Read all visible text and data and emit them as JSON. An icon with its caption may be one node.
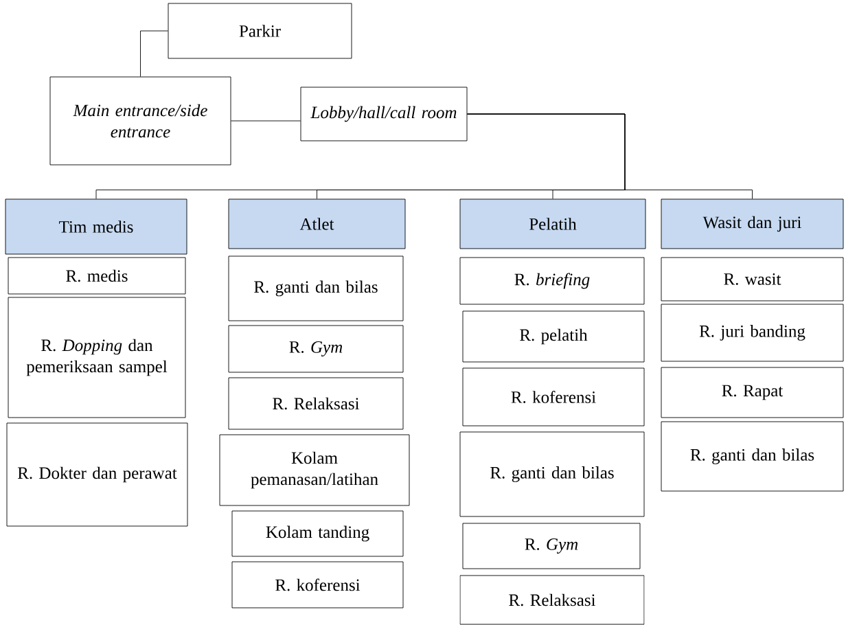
{
  "diagram": {
    "nodes": [
      {
        "text": [
          "Parkir"
        ]
      },
      {
        "text": [
          "Main entrance/side entrance"
        ]
      },
      {
        "text": [
          "Lobby/hall/call room"
        ]
      },
      {
        "text": [
          "Tim medis"
        ]
      },
      {
        "text": [
          "Atlet"
        ]
      },
      {
        "text": [
          "Pelatih"
        ]
      },
      {
        "text": [
          "Wasit dan juri"
        ]
      },
      {
        "text": [
          "R. medis"
        ]
      },
      {
        "text": [
          "R. *Dopping* dan pemeriksaan sampel"
        ]
      },
      {
        "text": [
          "R. Dokter dan perawat"
        ]
      },
      {
        "text": [
          "R. ganti dan bilas"
        ]
      },
      {
        "text": [
          "R. *Gym*"
        ]
      },
      {
        "text": [
          "R. Relaksasi"
        ]
      },
      {
        "text": [
          "Kolam pemanasan/latihan"
        ]
      },
      {
        "text": [
          "Kolam tanding"
        ]
      },
      {
        "text": [
          "R. koferensi"
        ]
      },
      {
        "text": [
          "R. *briefing*"
        ]
      },
      {
        "text": [
          "R. pelatih"
        ]
      },
      {
        "text": [
          "R. koferensi"
        ]
      },
      {
        "text": [
          "R. ganti dan bilas"
        ]
      },
      {
        "text": [
          "R. *Gym*"
        ]
      },
      {
        "text": [
          "R. Relaksasi"
        ]
      },
      {
        "text": [
          "R. wasit"
        ]
      },
      {
        "text": [
          "R. juri banding"
        ]
      },
      {
        "text": [
          "R. Rapat"
        ]
      },
      {
        "text": [
          "R. ganti dan bilas"
        ]
      }
    ],
    "edges": [
      {
        "from": 0,
        "to": 1,
        "arrow": "none"
      },
      {
        "from": 1,
        "to": 2,
        "arrow": "none"
      },
      {
        "from": 2,
        "to": 3,
        "arrow": "none"
      },
      {
        "from": 2,
        "to": 4,
        "arrow": "none"
      },
      {
        "from": 2,
        "to": 5,
        "arrow": "none"
      },
      {
        "from": 2,
        "to": 6,
        "arrow": "none"
      }
    ]
  }
}
